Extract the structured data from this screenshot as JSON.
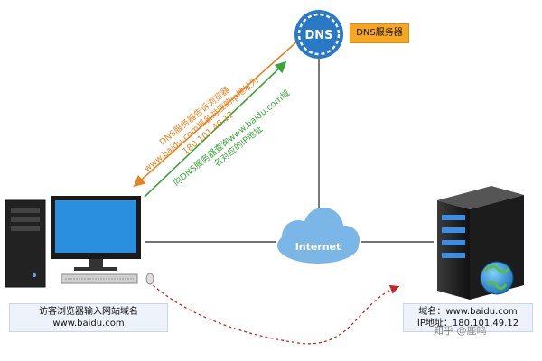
{
  "dns_server": {
    "icon_text": "DNS",
    "label": "DNS服务器"
  },
  "cloud": {
    "label": "Internet"
  },
  "client": {
    "caption_line1": "访客浏览器输入网站域名",
    "caption_line2": "www.baidu.com"
  },
  "server": {
    "caption_line1": "域名：www.baidu.com",
    "caption_line2": "IP地址：180.101.49.12"
  },
  "arrows": {
    "request_line1": "向DNS服务器查询www.baidu.com域",
    "request_line2": "名对应的IP地址",
    "response_line1": "DNS服务器告诉浏览器",
    "response_line2": "www.baidu.com域名对应的ip地址为",
    "response_line3": "180.101.49.12"
  },
  "watermark": "知乎 @鹿鸣",
  "colors": {
    "orange": "#e8821e",
    "green": "#3aa33a",
    "dns_blue": "#2a79c6",
    "red_dotted": "#c62828",
    "cloud": "#7ab6e6"
  }
}
